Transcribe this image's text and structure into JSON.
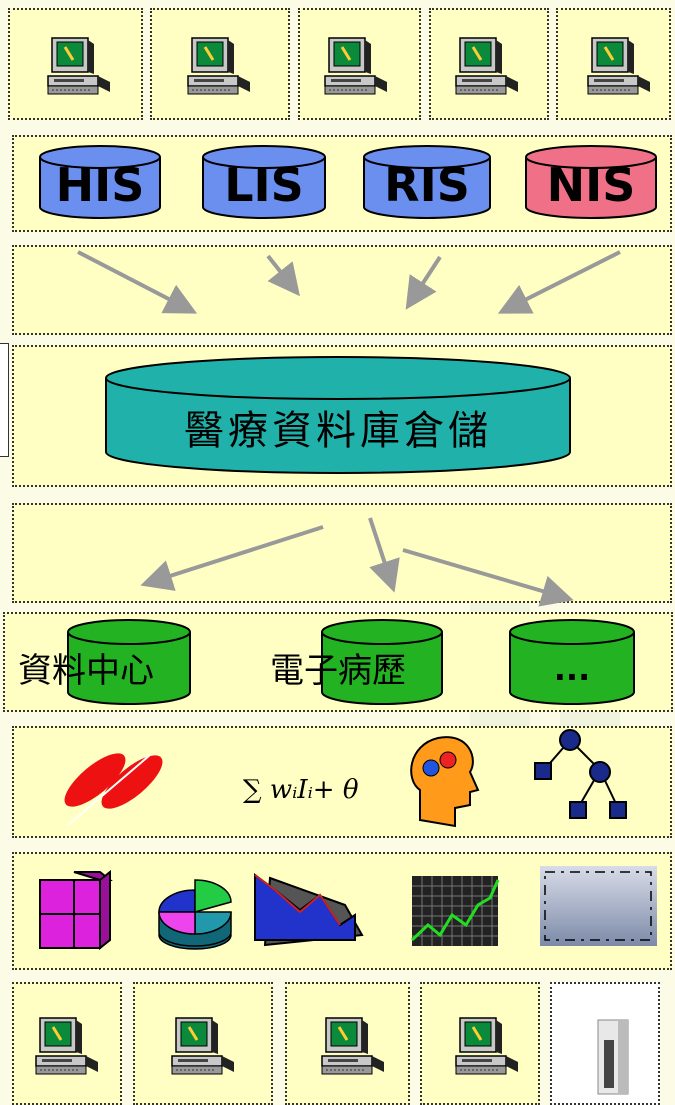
{
  "source_systems": [
    "HIS",
    "LIS",
    "RIS",
    "NIS"
  ],
  "warehouse": "醫療資料庫倉儲",
  "data_marts": [
    "資料中心",
    "電子病歷",
    "..."
  ],
  "formula": "∑ wᵢIᵢ+ θ",
  "colors": {
    "band": "#ffffc4",
    "db_blue": "#6b8fef",
    "db_pink": "#f07088",
    "warehouse": "#20b2aa",
    "mart_green": "#22b222",
    "arrow": "#999999"
  }
}
